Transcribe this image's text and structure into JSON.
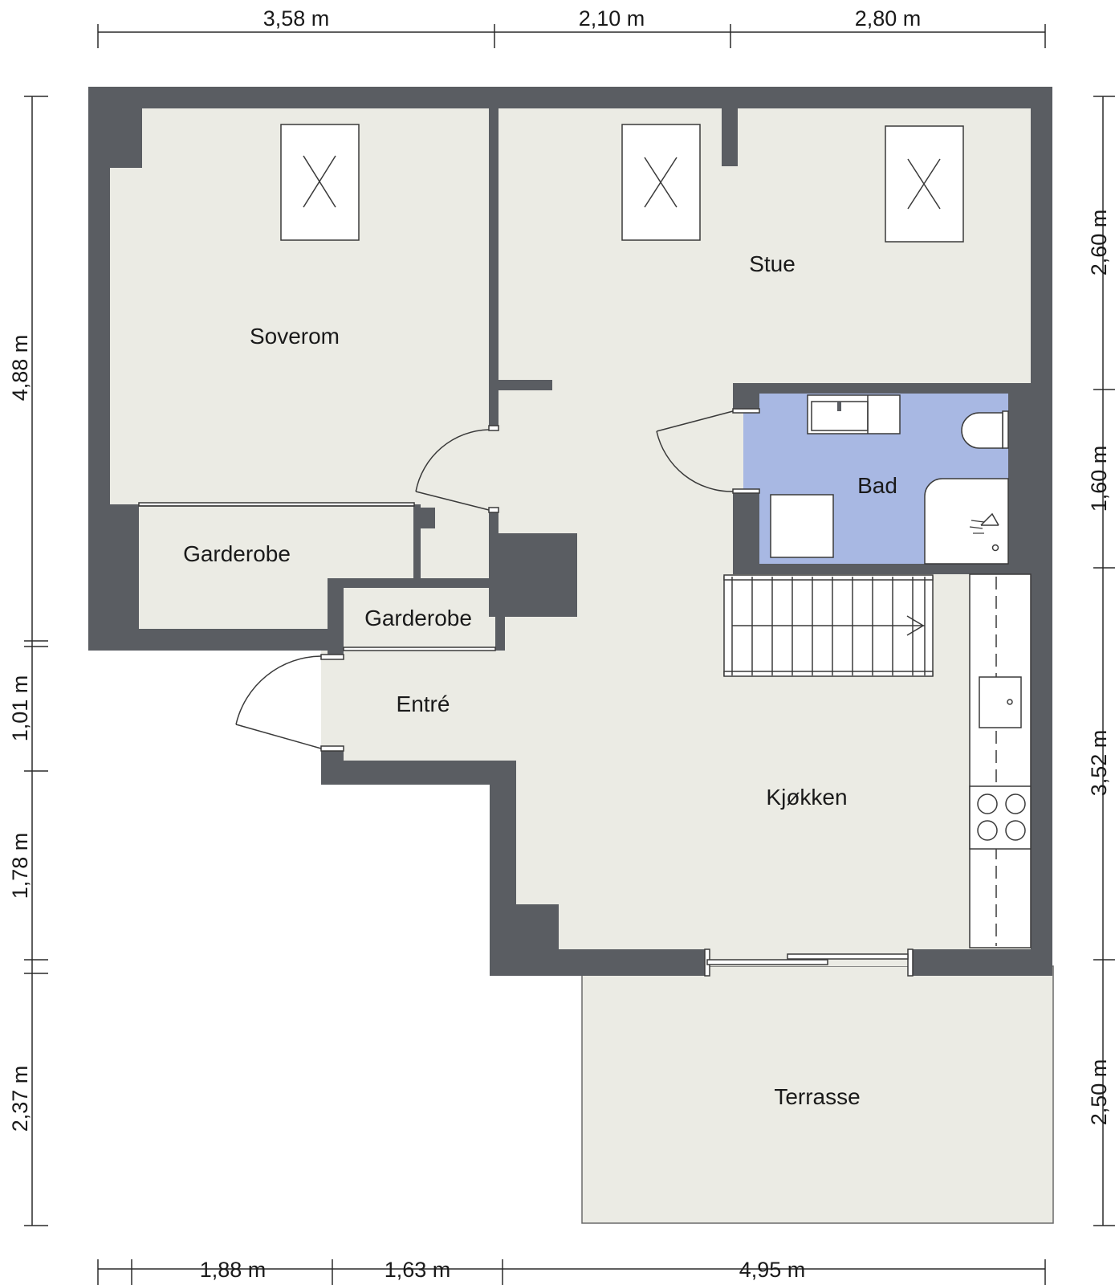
{
  "colors": {
    "wall": "#5a5d62",
    "floor": "#ebebe4",
    "bath": "#a8b8e3",
    "fixture": "#ffffff",
    "line": "#3a3a3a"
  },
  "rooms": {
    "soverom": "Soverom",
    "stue": "Stue",
    "bad": "Bad",
    "garderobe_1": "Garderobe",
    "garderobe_2": "Garderobe",
    "entre": "Entré",
    "kjokken": "Kjøkken",
    "terrasse": "Terrasse"
  },
  "dimensions": {
    "top": [
      "3,58 m",
      "2,10 m",
      "2,80 m"
    ],
    "bottom": [
      "1,88 m",
      "1,63 m",
      "4,95 m"
    ],
    "left": [
      "4,88 m",
      "1,01 m",
      "1,78 m",
      "2,37 m"
    ],
    "right": [
      "2,60 m",
      "1,60 m",
      "3,52 m",
      "2,50 m"
    ]
  }
}
